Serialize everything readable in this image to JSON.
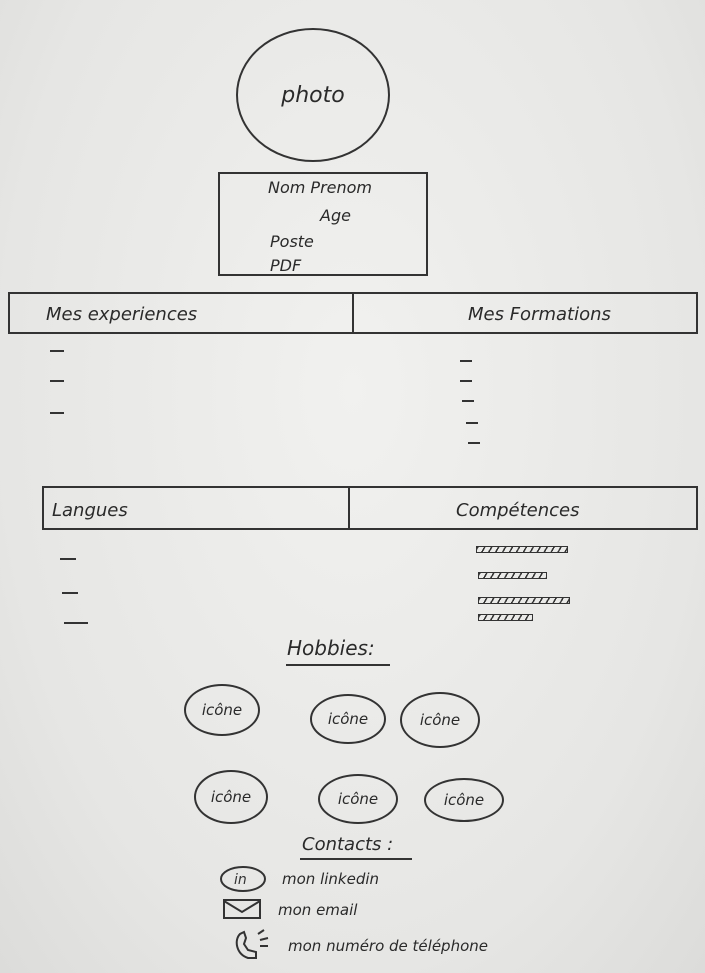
{
  "photo": {
    "label": "photo"
  },
  "identity": {
    "line1": "Nom Prenom",
    "line2": "Age",
    "line3": "Poste",
    "line4": "PDF"
  },
  "sections": {
    "experiences": "Mes experiences",
    "formations": "Mes Formations",
    "langues": "Langues",
    "competences": "Compétences"
  },
  "skills": [
    {
      "level": 1.0
    },
    {
      "level": 0.75
    },
    {
      "level": 1.0
    },
    {
      "level": 0.6
    }
  ],
  "hobbies": {
    "title": "Hobbies:",
    "items": [
      "icône",
      "icône",
      "icône",
      "icône",
      "icône",
      "icône"
    ]
  },
  "contacts": {
    "title": "Contacts :",
    "linkedin": "mon linkedin",
    "email": "mon email",
    "phone": "mon numéro de téléphone",
    "icons": [
      "linkedin-icon",
      "envelope-icon",
      "phone-icon"
    ]
  },
  "colors": {
    "ink": "#2a2a2a",
    "paper": "#e9e9e7"
  }
}
